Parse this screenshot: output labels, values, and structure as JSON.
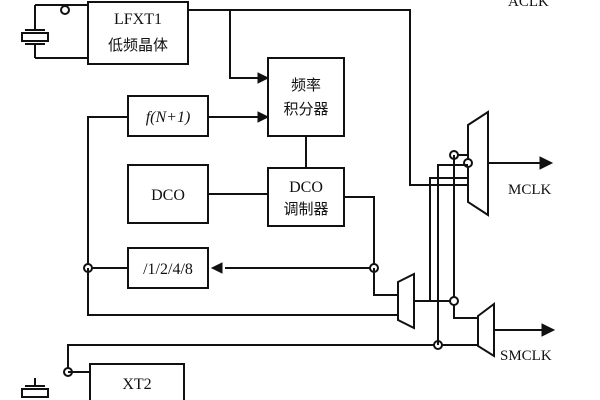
{
  "blocks": {
    "lfxt1": {
      "line1": "LFXT1",
      "line2": "低频晶体"
    },
    "freq_integrator": {
      "line1": "频率",
      "line2": "积分器"
    },
    "feedback_divider": {
      "label": "f(N+1)"
    },
    "dco": {
      "label": "DCO"
    },
    "dco_modulator": {
      "line1": "DCO",
      "line2": "调制器"
    },
    "divider": {
      "label": "/1/2/4/8"
    },
    "xt2": {
      "line1": "XT2"
    }
  },
  "signals": {
    "aclk": "ACLK",
    "mclk": "MCLK",
    "smclk": "SMCLK"
  }
}
